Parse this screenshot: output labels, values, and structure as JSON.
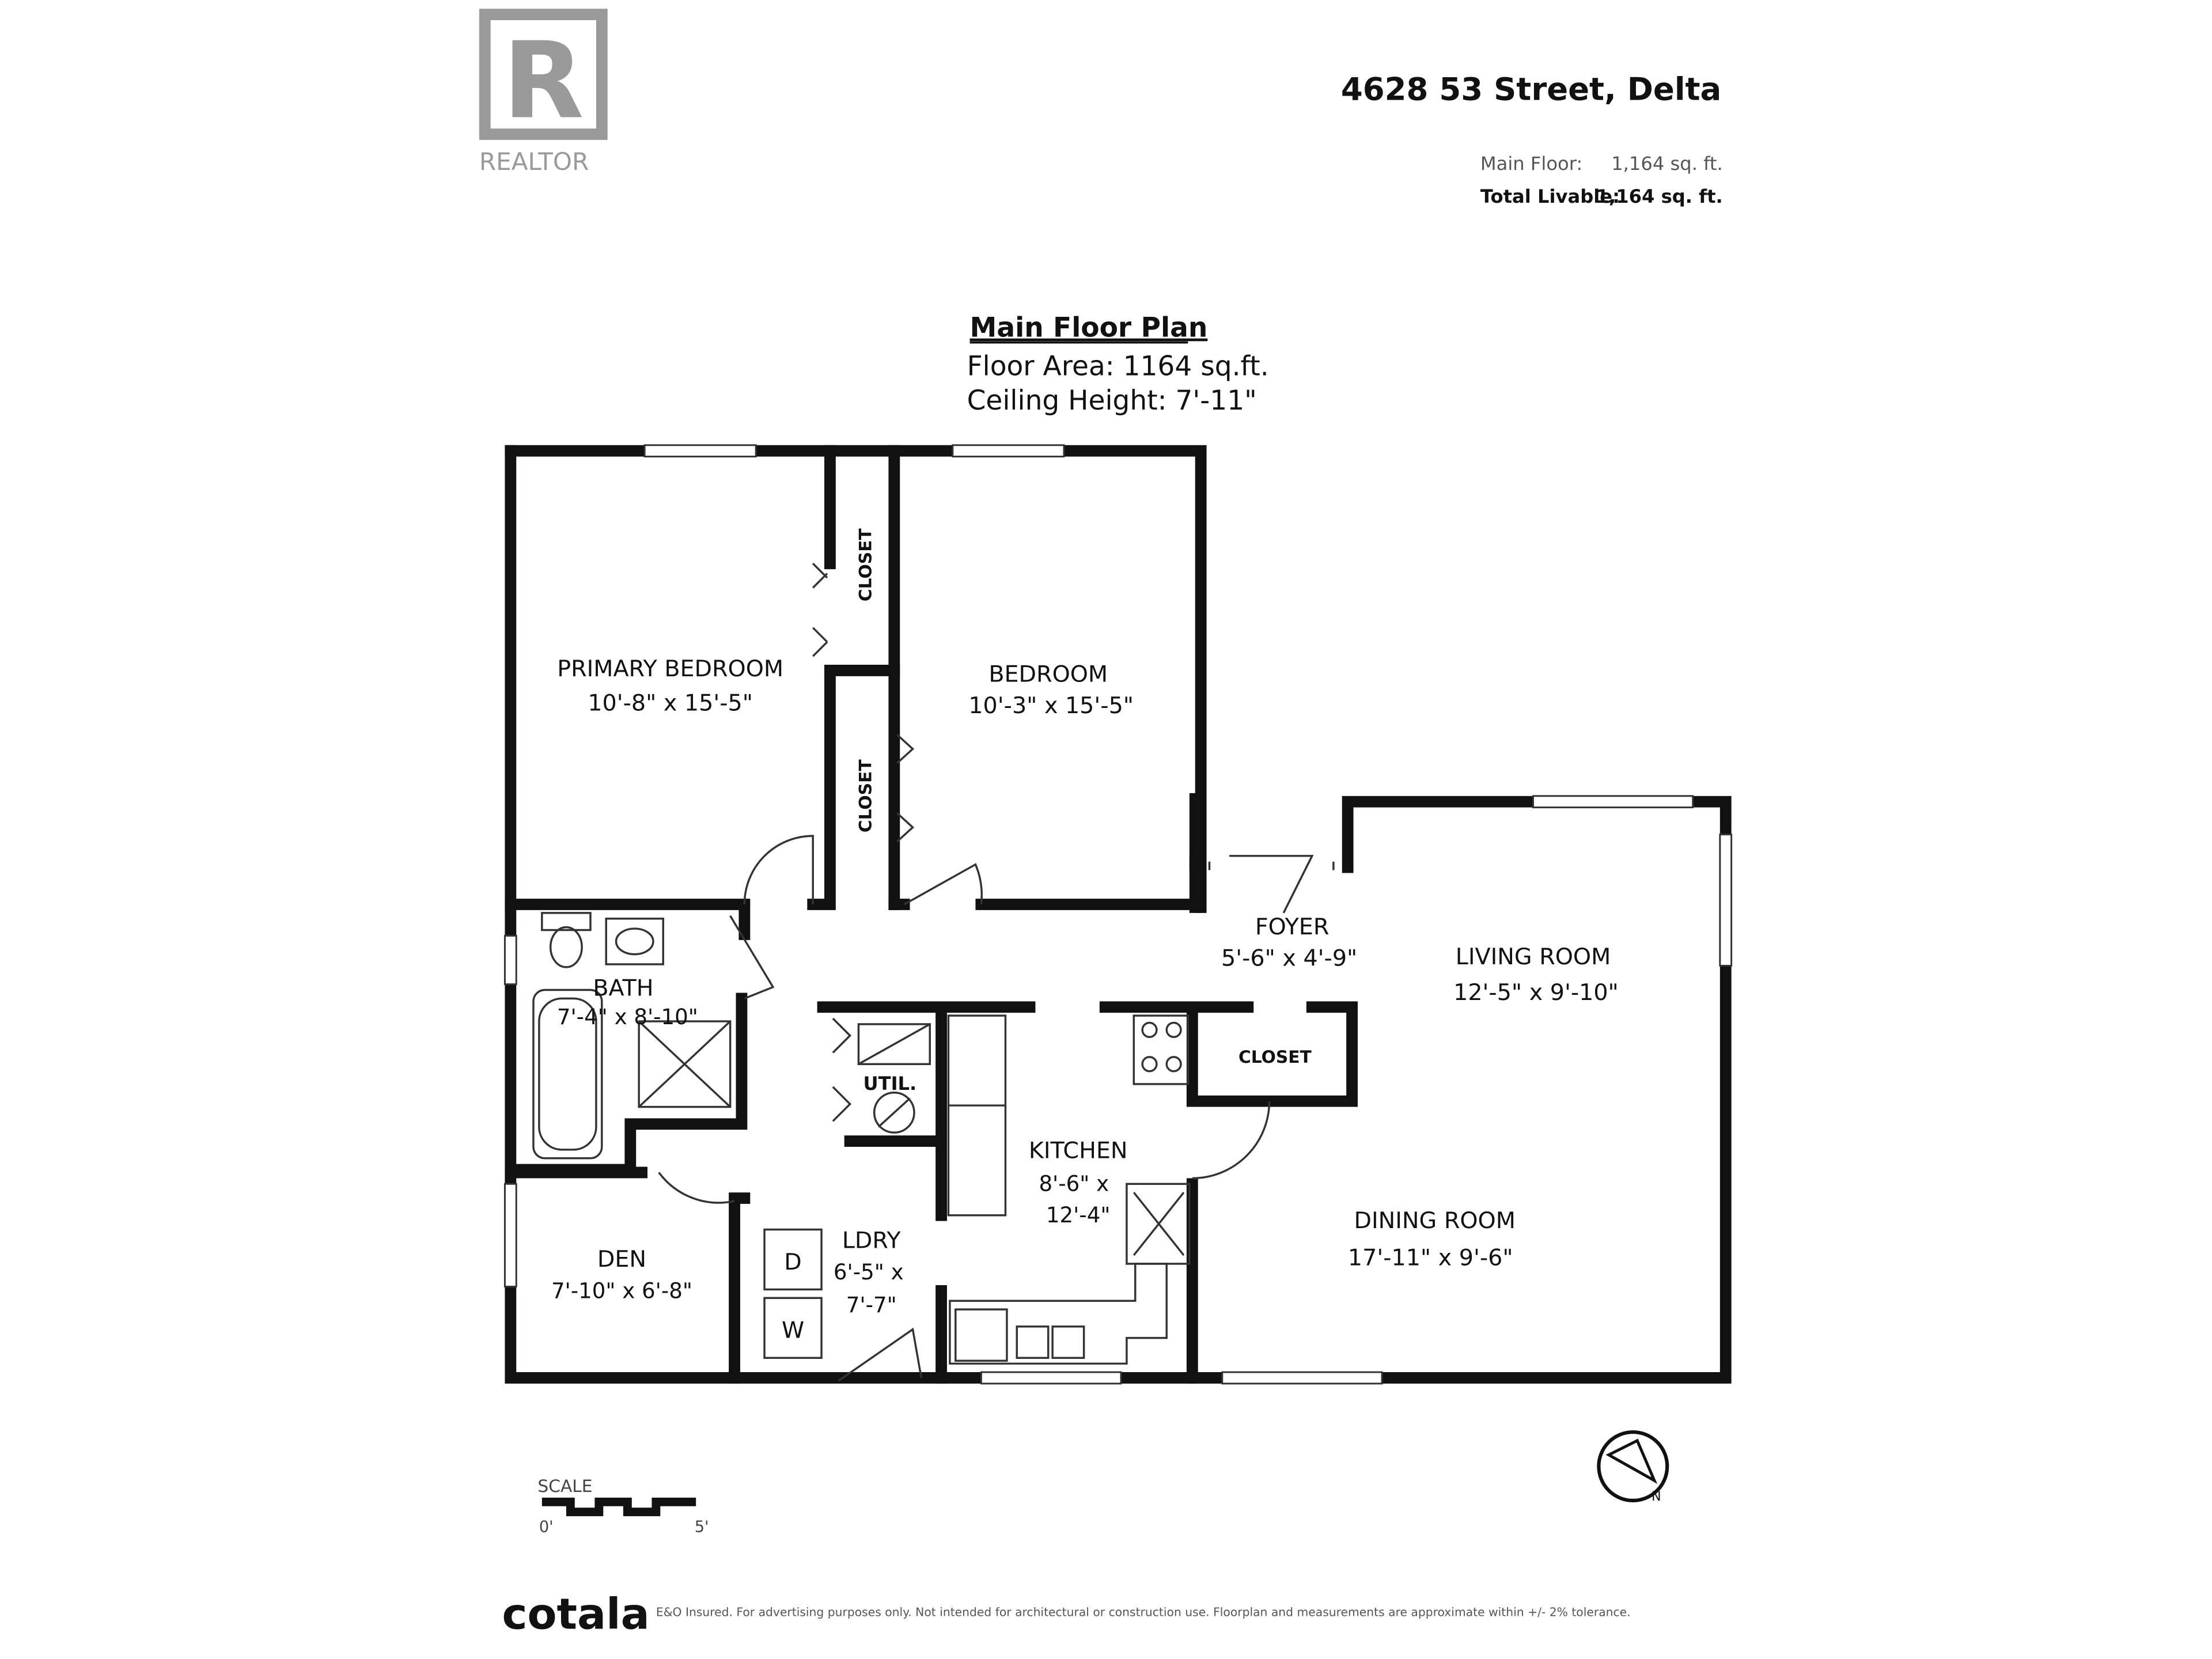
{
  "logo": {
    "brand": "REALTOR",
    "mark": "R"
  },
  "header": {
    "address": "4628 53 Street, Delta",
    "main_floor_label": "Main Floor:",
    "main_floor_value": "1,164 sq. ft.",
    "total_label": "Total Livable:",
    "total_value": "1,164 sq. ft."
  },
  "plan": {
    "title": "Main Floor Plan",
    "floor_area": "Floor Area: 1164 sq.ft.",
    "ceiling_height": "Ceiling Height: 7'-11\""
  },
  "rooms": {
    "primary_bedroom": {
      "name": "PRIMARY BEDROOM",
      "dims": "10'-8\" x 15'-5\""
    },
    "bedroom": {
      "name": "BEDROOM",
      "dims": "10'-3\" x 15'-5\""
    },
    "closet_1": "CLOSET",
    "closet_2": "CLOSET",
    "closet_3": "CLOSET",
    "foyer": {
      "name": "FOYER",
      "dims": "5'-6\" x 4'-9\""
    },
    "living_room": {
      "name": "LIVING ROOM",
      "dims": "12'-5\" x 9'-10\""
    },
    "bath": {
      "name": "BATH",
      "dims": "7'-4\" x 8'-10\""
    },
    "util": "UTIL.",
    "kitchen": {
      "name": "KITCHEN",
      "dims1": "8'-6\" x",
      "dims2": "12'-4\""
    },
    "dining_room": {
      "name": "DINING ROOM",
      "dims": "17'-11\" x 9'-6\""
    },
    "den": {
      "name": "DEN",
      "dims": "7'-10\" x 6'-8\""
    },
    "laundry": {
      "name": "LDRY",
      "dims1": "6'-5\" x",
      "dims2": "7'-7\""
    },
    "dryer": "D",
    "washer": "W"
  },
  "scale": {
    "label": "SCALE",
    "start": "0'",
    "end": "5'"
  },
  "compass": {
    "letter": "N"
  },
  "footer": {
    "brand": "cotala",
    "disclaimer": "E&O Insured. For advertising purposes only. Not intended for architectural or construction use. Floorplan and measurements are approximate within +/- 2% tolerance."
  }
}
